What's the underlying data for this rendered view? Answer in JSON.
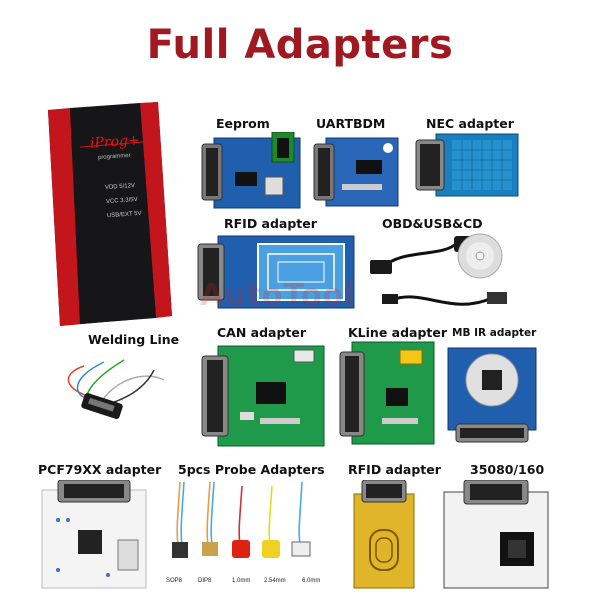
{
  "title": "Full Adapters",
  "device": {
    "brand": "iProg+",
    "subtitle": "programmer",
    "leds": [
      "VDD 5/12V",
      "VCC 3.3/5V",
      "USB/EXT 5V"
    ]
  },
  "labels": {
    "eeprom": "Eeprom",
    "uartbdm": "UARTBDM",
    "nec": "NEC adapter",
    "rfid_top": "RFID adapter",
    "obd": "OBD&USB&CD",
    "welding": "Welding Line",
    "can": "CAN adapter",
    "kline": "KLine adapter",
    "mbir": "MB IR adapter",
    "pcf": "PCF79XX adapter",
    "probe": "5pcs Probe Adapters",
    "rfid_bottom": "RFID adapter",
    "chip35080": "35080/160"
  },
  "probe_captions": [
    "SOP8",
    "DIP8",
    "1.0mm",
    "2.54mm",
    "6.0mm"
  ],
  "watermark": "AutoTool",
  "colors": {
    "title_red": "#a01820",
    "device_red": "#c2161c",
    "pcb_blue": "#1f5fae",
    "pcb_green": "#1f9a4a",
    "pcb_gold": "#e0b52a"
  }
}
